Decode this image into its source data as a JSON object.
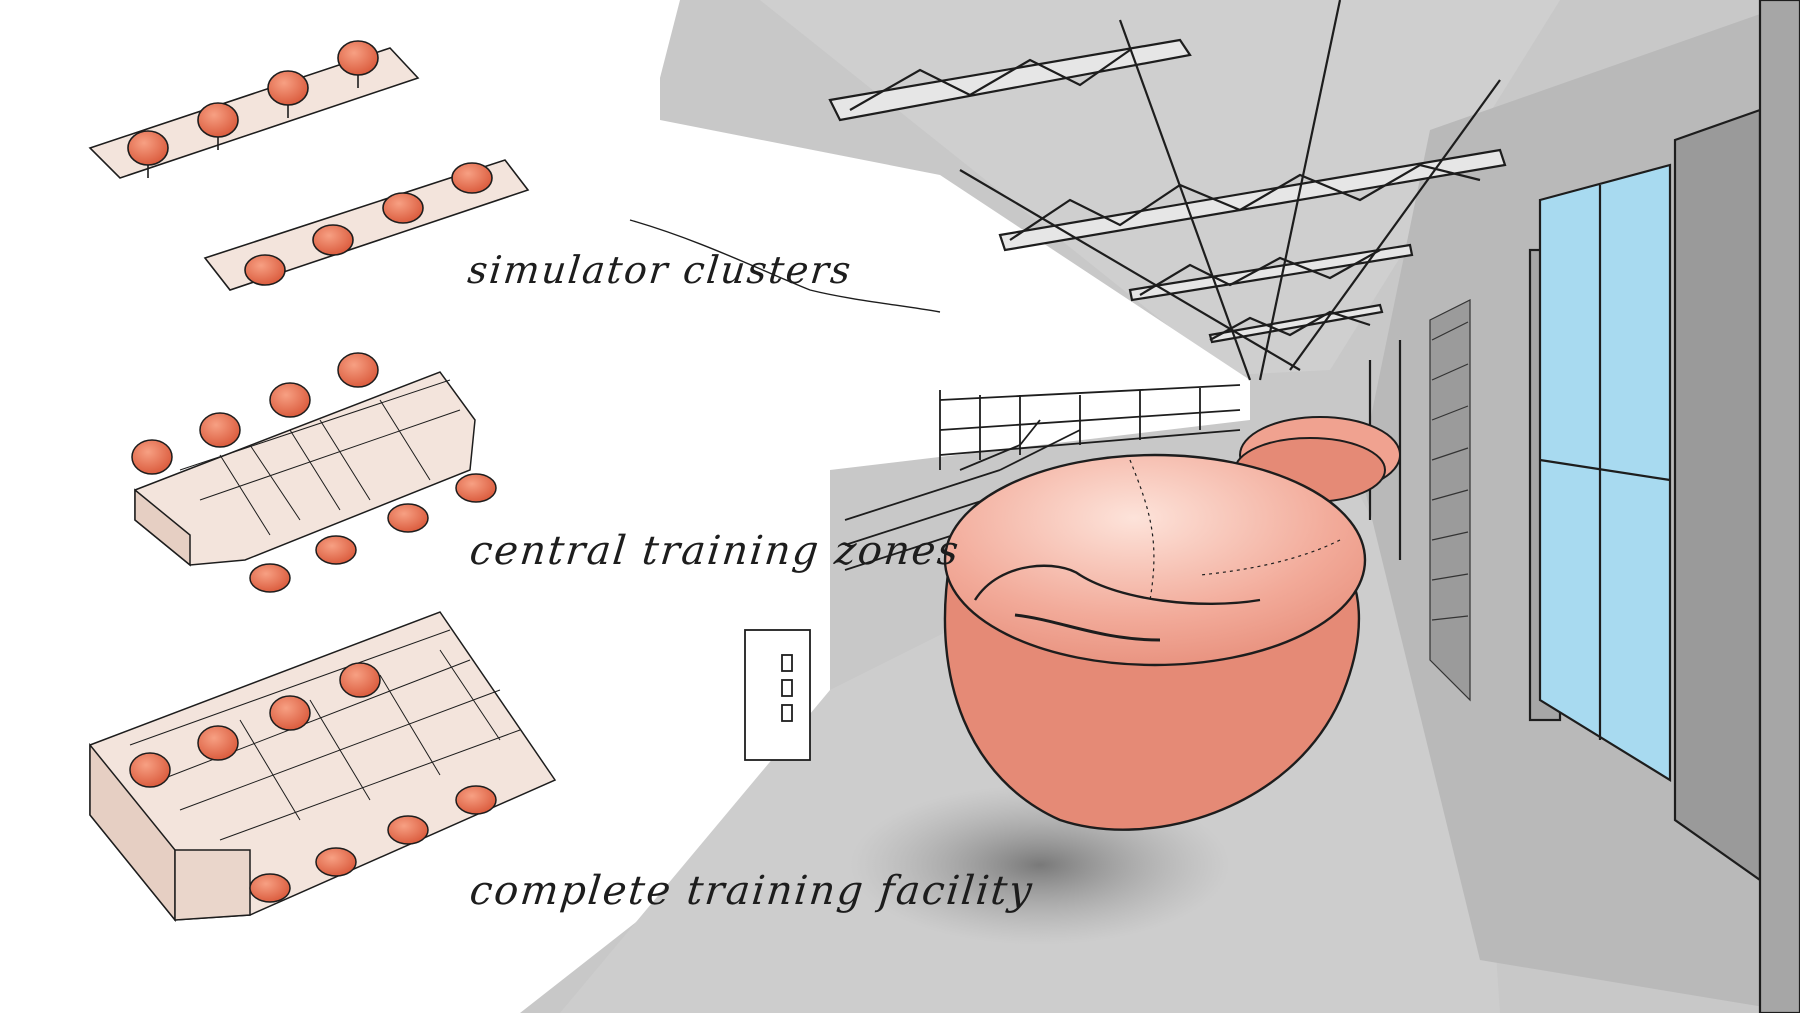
{
  "labels": {
    "simulator_clusters": "simulator clusters",
    "central_training_zones": "central training zones",
    "complete_training_facility": "complete training facility"
  },
  "colors": {
    "pod_fill": "#eb6f4f",
    "pod_fill_large": "#f2a89a",
    "base_fill": "#f3e4dc",
    "hall_grey": "#c9c9c9",
    "window_blue": "#a8daf0",
    "ink": "#1d1d1d"
  }
}
